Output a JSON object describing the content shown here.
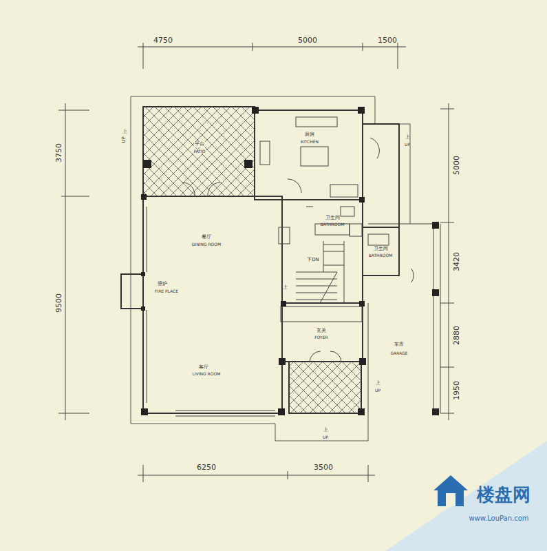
{
  "diagram": {
    "labels": [
      "4750",
      "5000",
      "1500",
      "3750",
      "9500",
      "5000",
      "3420",
      "2880",
      "1950",
      "6250",
      "3500",
      "上",
      "UP",
      "平台",
      "PATIO",
      "厨房",
      "KITCHEN",
      "上",
      "UP",
      "卫生间",
      "BATHROOM",
      "卫生间",
      "BATHROOM",
      "餐厅",
      "DINING ROOM",
      "下DN",
      "壁炉",
      "FIRE PLACE",
      "上",
      "玄关",
      "FOYER",
      "车库",
      "GARAGE",
      "客厅",
      "LIVING ROOM",
      "上",
      "UP",
      "上",
      "UP",
      "楼盘网",
      "www.LouPan.com"
    ]
  }
}
